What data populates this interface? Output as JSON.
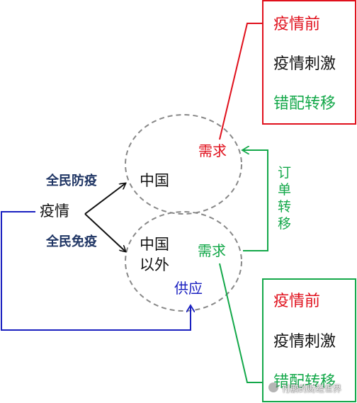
{
  "colors": {
    "red": "#e0101c",
    "green": "#14a84a",
    "blue": "#1a20c0",
    "navy": "#1f3564",
    "black": "#111111",
    "dashed": "#888888"
  },
  "left": {
    "source": "疫情",
    "upper_label": "全民防疫",
    "lower_label": "全民免疫"
  },
  "circles": {
    "china": "中国",
    "outside": "中国\n以外",
    "demand_china": "需求",
    "demand_outside": "需求",
    "supply": "供应"
  },
  "order_shift": "订单\n转移",
  "top_box": {
    "line1": "疫情前",
    "line2": "疫情刺激",
    "line3": "错配转移"
  },
  "bottom_box": {
    "line1": "疫情前",
    "line2": "疫情刺激",
    "line3": "错配转移"
  },
  "watermark": "付鹏的财经世界"
}
